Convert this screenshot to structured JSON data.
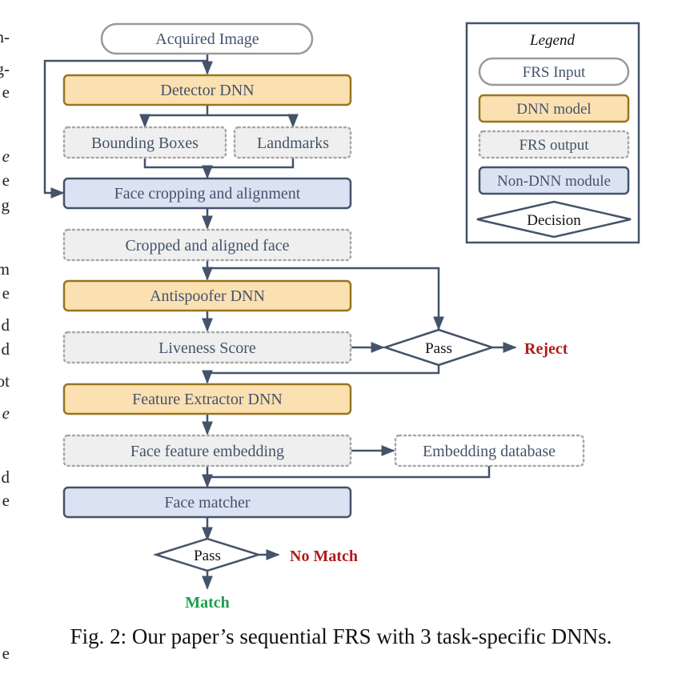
{
  "colors": {
    "stroke": "#44536a",
    "text": "#44536a",
    "input_fill": "#ffffff",
    "input_stroke": "#9a9a9a",
    "dnn_fill": "#fbe0b2",
    "dnn_stroke": "#98751f",
    "output_fill": "#efefef",
    "output_stroke": "#a8a8a8",
    "module_fill": "#dbe2f2",
    "reject": "#b01c1c",
    "match": "#1aa04a"
  },
  "left_text_fragments": [
    {
      "text": "n-",
      "italic": false
    },
    {
      "text": "g-",
      "italic": false
    },
    {
      "text": "e",
      "italic": false
    },
    {
      "text": "e",
      "italic": true
    },
    {
      "text": "e",
      "italic": false
    },
    {
      "text": "g",
      "italic": false
    },
    {
      "text": "m",
      "italic": false
    },
    {
      "text": "e",
      "italic": false
    },
    {
      "text": "d",
      "italic": false
    },
    {
      "text": "d",
      "italic": false
    },
    {
      "text": "ot",
      "italic": false
    },
    {
      "text": "e",
      "italic": true
    },
    {
      "text": "d",
      "italic": false
    },
    {
      "text": "e",
      "italic": false
    },
    {
      "text": "e",
      "italic": false
    }
  ],
  "nodes": {
    "acquired_image": "Acquired Image",
    "detector_dnn": "Detector DNN",
    "bounding_boxes": "Bounding Boxes",
    "landmarks": "Landmarks",
    "face_cropping": "Face cropping and alignment",
    "cropped_face": "Cropped and aligned face",
    "antispoofer_dnn": "Antispoofer DNN",
    "liveness_score": "Liveness Score",
    "pass_1": "Pass",
    "reject": "Reject",
    "feature_extractor_dnn": "Feature Extractor DNN",
    "face_feature_embedding": "Face feature embedding",
    "embedding_database": "Embedding database",
    "face_matcher": "Face matcher",
    "pass_2": "Pass",
    "no_match": "No Match",
    "match": "Match"
  },
  "legend": {
    "title": "Legend",
    "frs_input": "FRS Input",
    "dnn_model": "DNN model",
    "frs_output": "FRS output",
    "non_dnn_module": "Non-DNN module",
    "decision": "Decision"
  },
  "caption": "Fig. 2: Our paper’s sequential FRS with 3 task-specific DNNs."
}
